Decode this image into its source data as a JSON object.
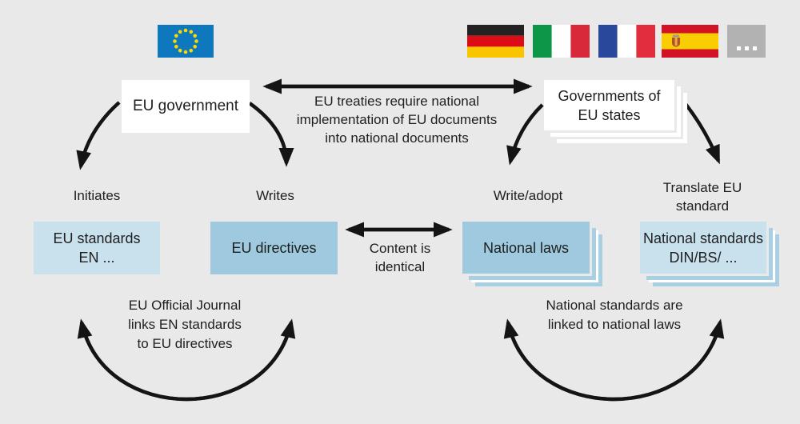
{
  "palette": {
    "background": "#e9e9e9",
    "arrow": "#141414",
    "text": "#1e1e1e",
    "box_blue_dark": "#9fc9de",
    "box_blue_light": "#c9e1ed",
    "stack_strip_blue": "#a9d0e2",
    "box_white": "#ffffff",
    "eu_flag_blue": "#0e78bf",
    "eu_star_yellow": "#ffd800",
    "more_states_gray": "#b2b2b2"
  },
  "flags": {
    "eu": {
      "name": "eu-flag"
    },
    "members": [
      {
        "name": "germany-flag"
      },
      {
        "name": "italy-flag"
      },
      {
        "name": "france-flag"
      },
      {
        "name": "spain-flag"
      },
      {
        "name": "more-states-tile"
      }
    ]
  },
  "nodes": {
    "eu_government": {
      "label": "EU government"
    },
    "governments_of_eu_states": {
      "label": "Governments of\nEU states"
    },
    "eu_standards": {
      "label": "EU standards\nEN ..."
    },
    "eu_directives": {
      "label": "EU directives"
    },
    "national_laws": {
      "label": "National laws"
    },
    "national_standards": {
      "label": "National standards\nDIN/BS/ ..."
    }
  },
  "edge_labels": {
    "treaties": "EU treaties require national\nimplementation of EU documents\ninto national documents",
    "initiates": "Initiates",
    "writes": "Writes",
    "write_adopt": "Write/adopt",
    "translate_eu_standard": "Translate EU\nstandard",
    "content_identical": "Content is\nidentical",
    "official_journal": "EU Official Journal\nlinks EN standards\nto EU directives",
    "national_links": "National standards are\nlinked to national laws"
  }
}
